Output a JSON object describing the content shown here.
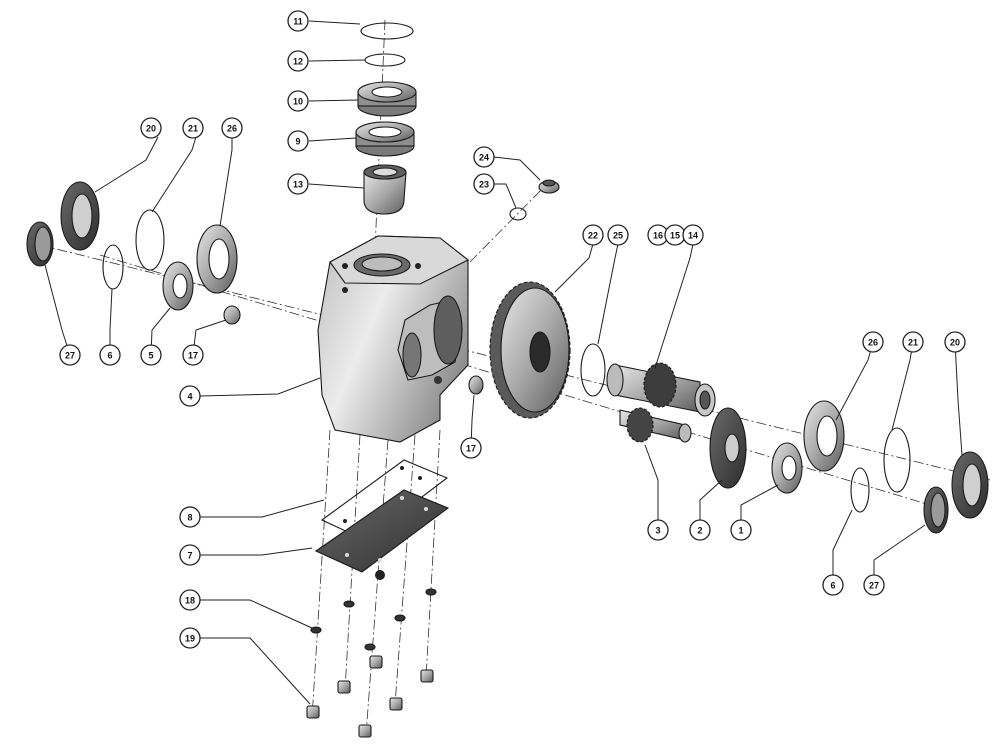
{
  "callouts": [
    {
      "id": "c11",
      "label": "11"
    },
    {
      "id": "c12",
      "label": "12"
    },
    {
      "id": "c10",
      "label": "10"
    },
    {
      "id": "c9",
      "label": "9"
    },
    {
      "id": "c13",
      "label": "13"
    },
    {
      "id": "c24",
      "label": "24"
    },
    {
      "id": "c23",
      "label": "23"
    },
    {
      "id": "c20a",
      "label": "20"
    },
    {
      "id": "c21a",
      "label": "21"
    },
    {
      "id": "c26a",
      "label": "26"
    },
    {
      "id": "c22",
      "label": "22"
    },
    {
      "id": "c25",
      "label": "25"
    },
    {
      "id": "c16",
      "label": "16"
    },
    {
      "id": "c15",
      "label": "15"
    },
    {
      "id": "c14",
      "label": "14"
    },
    {
      "id": "c27a",
      "label": "27"
    },
    {
      "id": "c6a",
      "label": "6"
    },
    {
      "id": "c5",
      "label": "5"
    },
    {
      "id": "c17a",
      "label": "17"
    },
    {
      "id": "c4",
      "label": "4"
    },
    {
      "id": "c17b",
      "label": "17"
    },
    {
      "id": "c26b",
      "label": "26"
    },
    {
      "id": "c21b",
      "label": "21"
    },
    {
      "id": "c20b",
      "label": "20"
    },
    {
      "id": "c3",
      "label": "3"
    },
    {
      "id": "c2",
      "label": "2"
    },
    {
      "id": "c1",
      "label": "1"
    },
    {
      "id": "c6b",
      "label": "6"
    },
    {
      "id": "c27b",
      "label": "27"
    },
    {
      "id": "c8",
      "label": "8"
    },
    {
      "id": "c7",
      "label": "7"
    },
    {
      "id": "c18",
      "label": "18"
    },
    {
      "id": "c19",
      "label": "19"
    }
  ]
}
